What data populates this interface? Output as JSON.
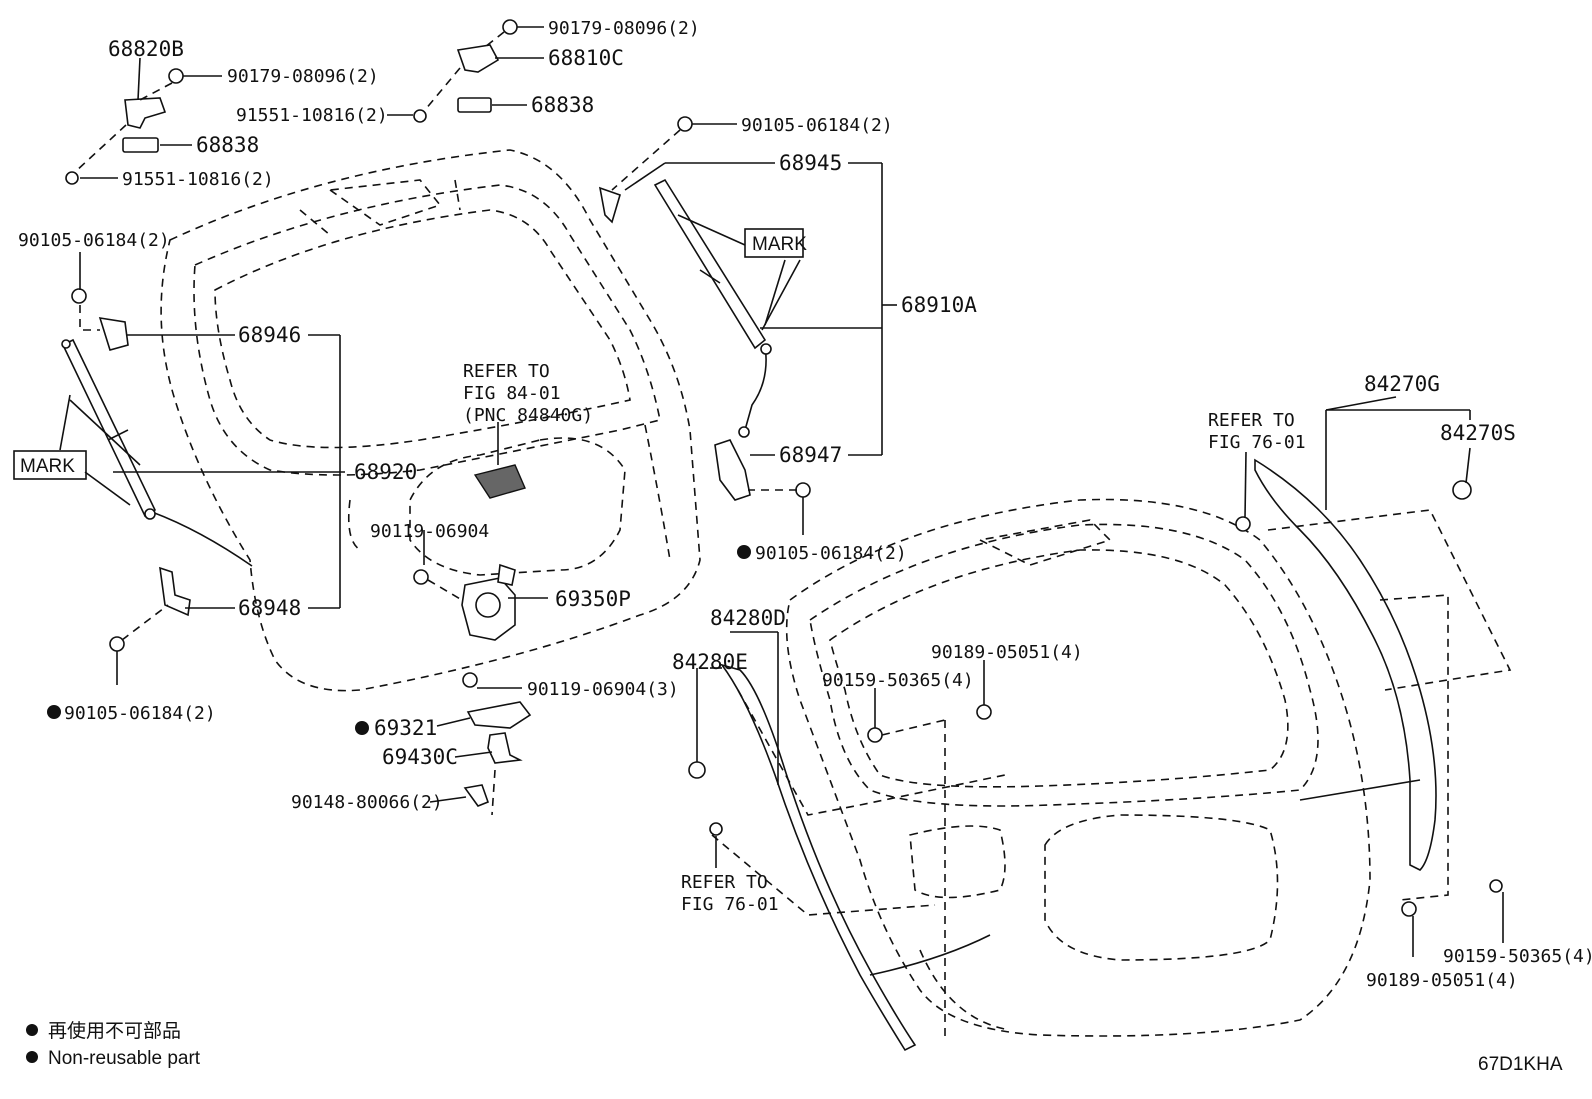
{
  "labels": {
    "p68820B": "68820B",
    "p90179_a": "90179-08096(2)",
    "p91551_a": "91551-10816(2)",
    "p68838_a": "68838",
    "p91551_b": "91551-10816(2)",
    "p90179_b": "90179-08096(2)",
    "p68810C": "68810C",
    "p68838_b": "68838",
    "p90105_top": "90105-06184(2)",
    "p68945": "68945",
    "mark_right": "MARK",
    "p68910A": "68910A",
    "p90105_left": "90105-06184(2)",
    "p68946": "68946",
    "mark_left": "MARK",
    "p68920": "68920",
    "p68948": "68948",
    "p90105_bl": "90105-06184(2)",
    "ref1_l1": "REFER TO",
    "ref1_l2": "FIG 84-01",
    "ref1_l3": "(PNC 84840G)",
    "p90119_a": "90119-06904",
    "p69350P": "69350P",
    "p90119_b": "90119-06904(3)",
    "p69321": "69321",
    "p69430C": "69430C",
    "p90148": "90148-80066(2)",
    "p68947": "68947",
    "p90105_mid": "90105-06184(2)",
    "p84280D": "84280D",
    "p84280E": "84280E",
    "ref2_l1": "REFER TO",
    "ref2_l2": "FIG 76-01",
    "p90189_a": "90189-05051(4)",
    "p90159_a": "90159-50365(4)",
    "p84270G": "84270G",
    "ref3_l1": "REFER TO",
    "ref3_l2": "FIG 76-01",
    "p84270S": "84270S",
    "p90159_b": "90159-50365(4)",
    "p90189_b": "90189-05051(4)"
  },
  "legend": {
    "line_jp": "再使用不可部品",
    "line_en": "Non-reusable part"
  },
  "code": "67D1KHA"
}
